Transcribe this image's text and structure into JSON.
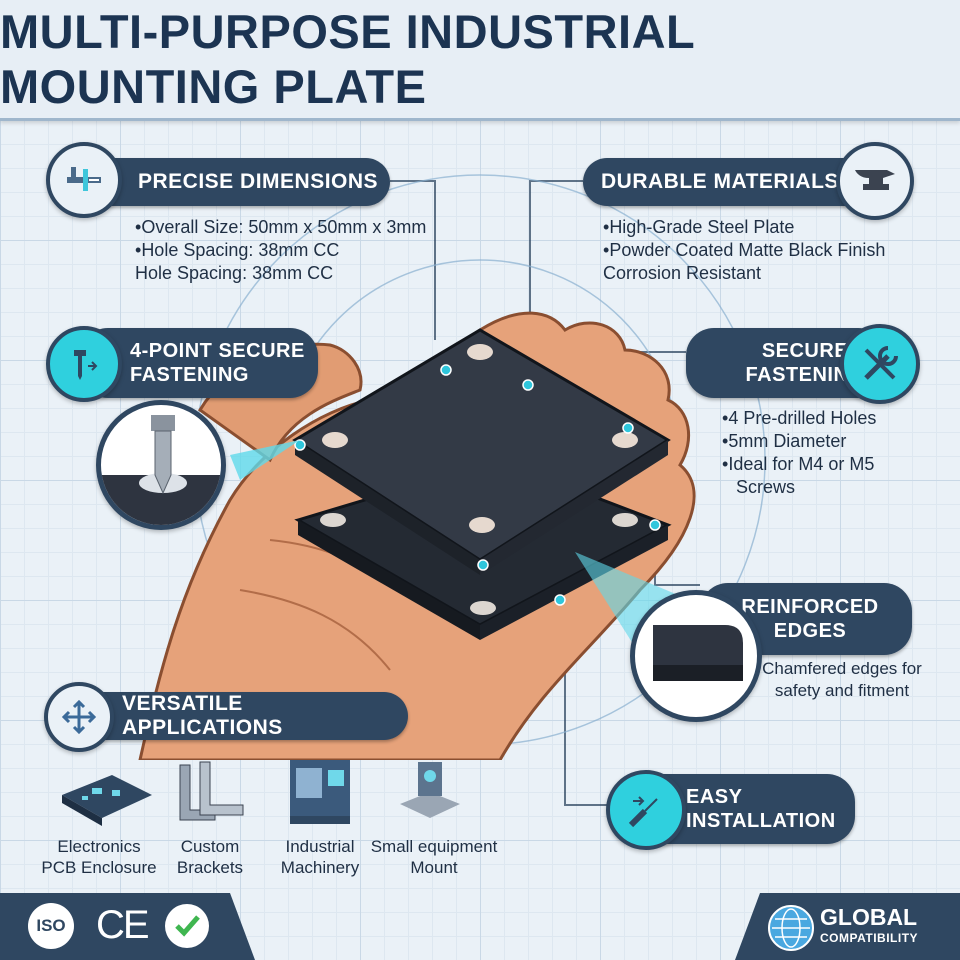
{
  "title": "MULTI-PURPOSE INDUSTRIAL MOUNTING PLATE",
  "colors": {
    "navy": "#2f4761",
    "cyan": "#2fd0de",
    "plate": "#2e3440",
    "skin": "#e6a27a"
  },
  "precise": {
    "label": "PRECISE DIMENSIONS",
    "icon": "caliper-icon",
    "items": [
      "Overall Size: 50mm x 50mm x 3mm",
      "Hole Spacing: 38mm CC",
      "Hole Spacing: 38mm CC"
    ]
  },
  "durable": {
    "label": "DURABLE MATERIALS",
    "icon": "anvil-icon",
    "items": [
      "High-Grade Steel Plate",
      "Powder Coated Matte Black Finish",
      "Corrosion Resistant"
    ]
  },
  "four_point": {
    "line1": "4-POINT SECURE",
    "line2": "FASTENING",
    "icon": "screw-icon"
  },
  "secure": {
    "line1": "SECURE",
    "line2": "FASTENING",
    "icon": "tools-icon",
    "items": [
      "4 Pre-drilled Holes",
      "5mm Diameter",
      "Ideal for M4 or M5",
      "Screws"
    ]
  },
  "reinforced": {
    "line1": "REINFORCED",
    "line2": "EDGES",
    "desc1": "Chamfered edges for",
    "desc2": "safety and fitment"
  },
  "versatile": {
    "label": "VERSATILE APPLICATIONS",
    "icon": "move-arrows-icon"
  },
  "easy": {
    "line1": "EASY",
    "line2": "INSTALLATION",
    "icon": "screwdriver-icon"
  },
  "applications": [
    {
      "line1": "Electronics",
      "line2": "PCB Enclosure",
      "icon": "pcb-icon"
    },
    {
      "line1": "Custom",
      "line2": "Brackets",
      "icon": "bracket-icon"
    },
    {
      "line1": "Industrial",
      "line2": "Machinery",
      "icon": "machine-icon"
    },
    {
      "line1": "Small equipment",
      "line2": "Mount",
      "icon": "equipment-icon"
    }
  ],
  "footer": {
    "iso": "ISO",
    "ce": "CE",
    "global1": "GLOBAL",
    "global2": "COMPATIBILITY"
  }
}
